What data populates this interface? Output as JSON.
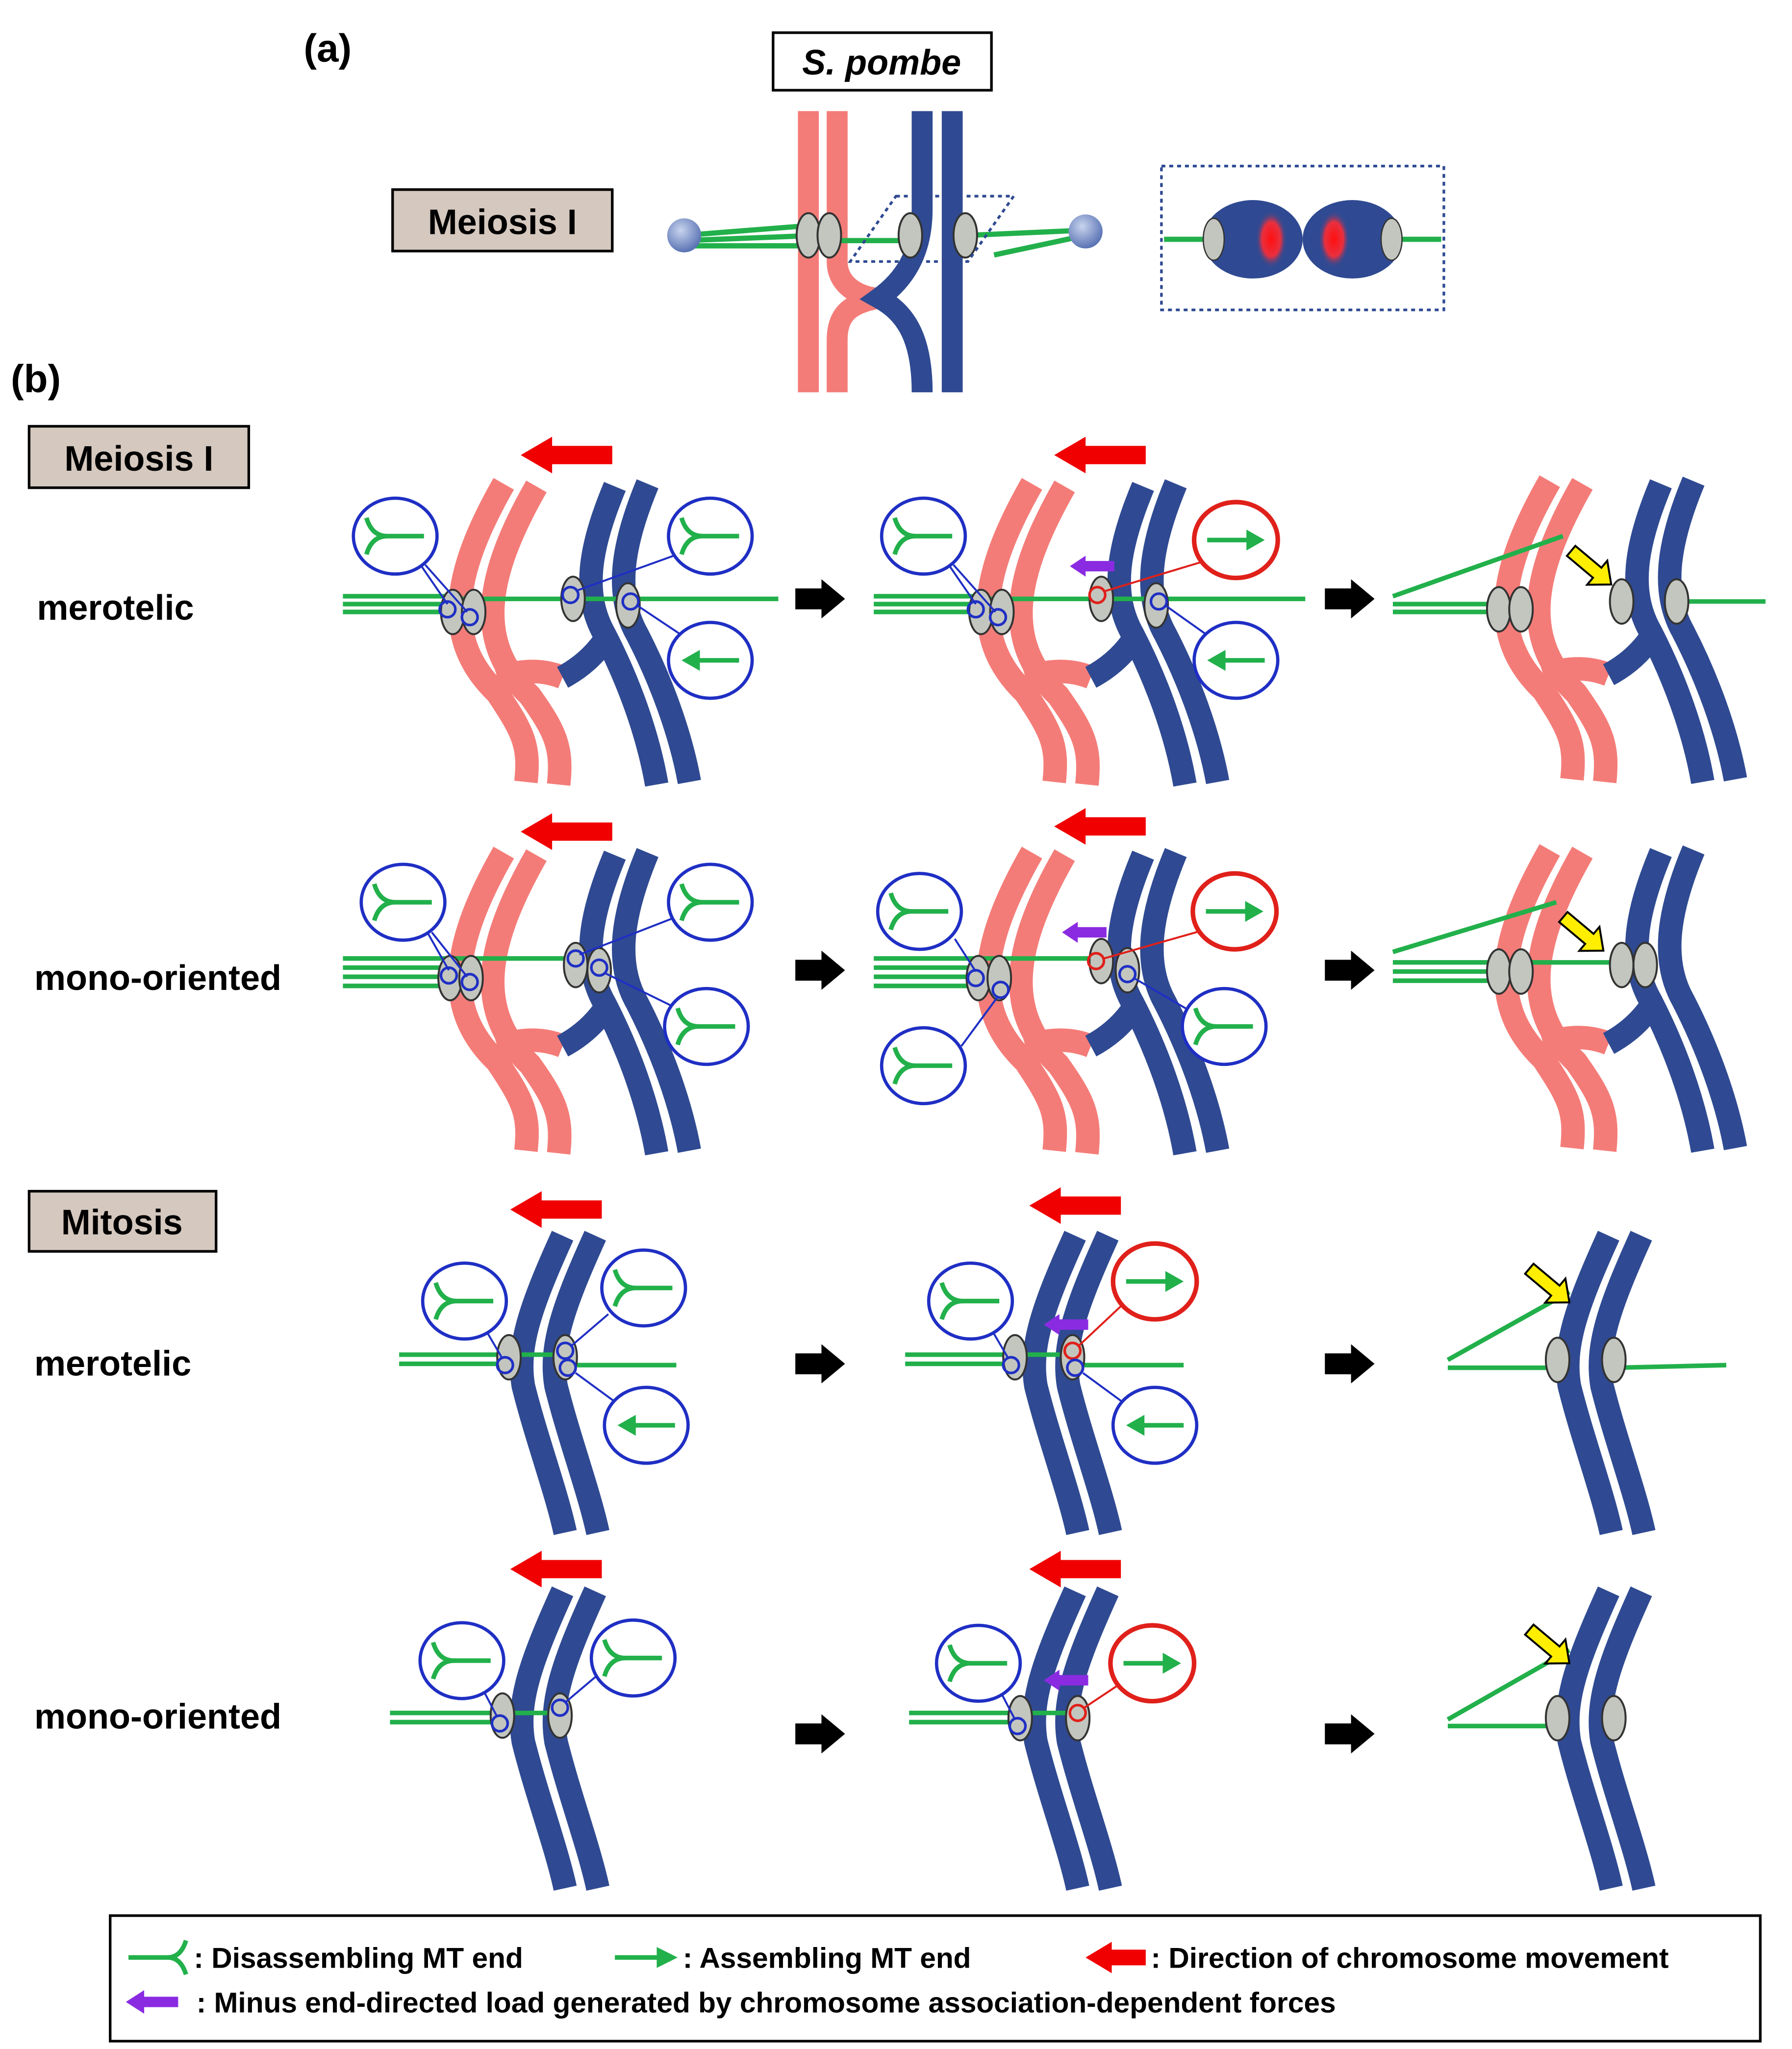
{
  "panel_a": {
    "label": "(a)",
    "organism": "S. pombe",
    "stage_label": "Meiosis I"
  },
  "panel_b": {
    "label": "(b)",
    "meiosis_label": "Meiosis I",
    "mitosis_label": "Mitosis",
    "rows": [
      {
        "label": "merotelic"
      },
      {
        "label": "mono-oriented"
      },
      {
        "label": "merotelic"
      },
      {
        "label": "mono-oriented"
      }
    ]
  },
  "legend": {
    "disassembling": ": Disassembling MT end",
    "assembling": ": Assembling MT end",
    "direction": ": Direction of chromosome movement",
    "minus_end": ": Minus end-directed load generated by chromosome association-dependent forces"
  },
  "colors": {
    "homolog_red": "#f47c78",
    "homolog_blue": "#2f4a92",
    "microtubule": "#22b04b",
    "kinetochore": "#c3c6bf",
    "circle_blue": "#1f2fc4",
    "circle_red": "#e0201a",
    "arrow_red": "#f00000",
    "arrow_purple": "#8a2be2",
    "arrow_yellow": "#ffee00",
    "label_box": "#d5c8be"
  }
}
